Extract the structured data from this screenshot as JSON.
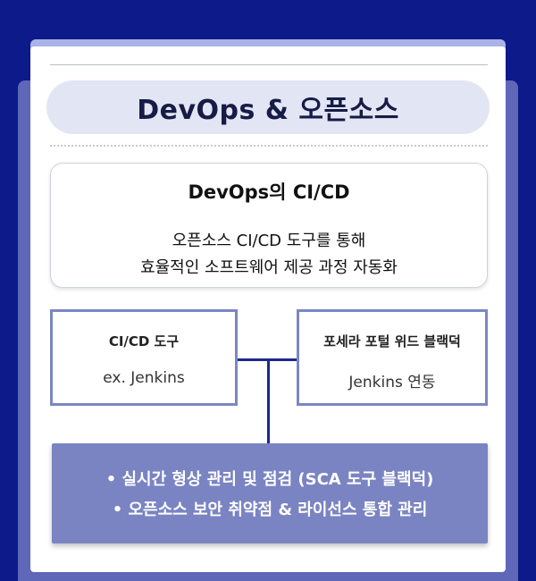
{
  "title": "DevOps & 오픈소스",
  "cicd": {
    "heading": "DevOps의 CI/CD",
    "line1": "오픈소스 CI/CD 도구를 통해",
    "line2": "효율적인 소프트웨어 제공 과정 자동화"
  },
  "left_box": {
    "title": "CI/CD 도구",
    "subtitle": "ex. Jenkins"
  },
  "right_box": {
    "title": "포세라 포털 위드 블랙덕",
    "subtitle": "Jenkins 연동"
  },
  "bottom_items": [
    "• 실시간 형상 관리 및 점검 (SCA 도구 블랙덕)",
    "• 오픈소스 보안 취약점 & 라이선스 통합 관리"
  ],
  "colors": {
    "background": "#0d1a8a",
    "accent": "#7a84c2",
    "connector": "#1b2a8e"
  }
}
